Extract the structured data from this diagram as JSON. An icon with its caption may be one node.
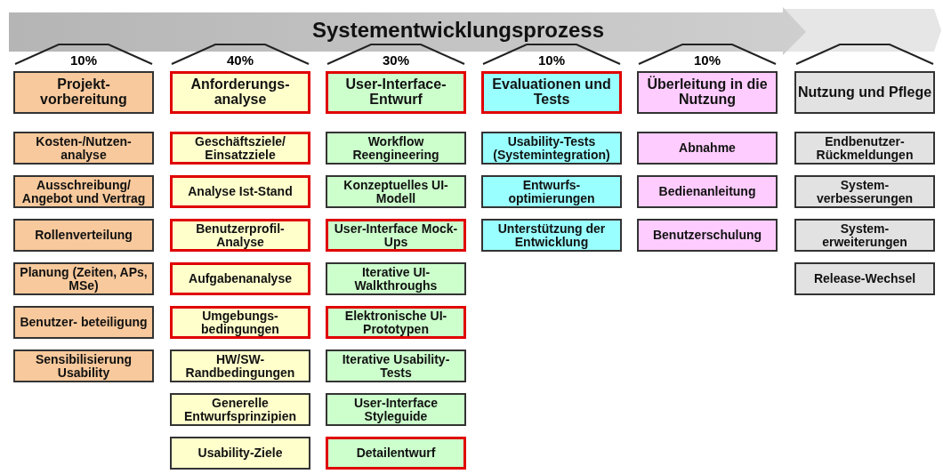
{
  "diagram": {
    "nodes": [
      {
        "text": [
          "Systementwicklungsprozess"
        ]
      },
      {
        "text": [
          "Projekt- vorbereitung"
        ],
        "beside": [
          "10%"
        ]
      },
      {
        "text": [
          "Kosten-/Nutzen- analyse"
        ]
      },
      {
        "text": [
          "Ausschreibung/ Angebot und Vertrag"
        ]
      },
      {
        "text": [
          "Rollenverteilung"
        ]
      },
      {
        "text": [
          "Planung (Zeiten, APs, MSe)"
        ]
      },
      {
        "text": [
          "Benutzer- beteiligung"
        ]
      },
      {
        "text": [
          "Sensibilisierung Usability"
        ]
      },
      {
        "text": [
          "Anforderungs- analyse"
        ],
        "beside": [
          "40%"
        ]
      },
      {
        "text": [
          "Geschäftsziele/ Einsatzziele"
        ]
      },
      {
        "text": [
          "Analyse Ist-Stand"
        ]
      },
      {
        "text": [
          "Benutzerprofil- Analyse"
        ]
      },
      {
        "text": [
          "Aufgabenanalyse"
        ]
      },
      {
        "text": [
          "Umgebungs- bedingungen"
        ]
      },
      {
        "text": [
          "HW/SW- Randbedingungen"
        ]
      },
      {
        "text": [
          "Generelle Entwurfsprinzipien"
        ]
      },
      {
        "text": [
          "Usability-Ziele"
        ]
      },
      {
        "text": [
          "User-Interface- Entwurf"
        ],
        "beside": [
          "30%"
        ]
      },
      {
        "text": [
          "Workflow Reengineering"
        ]
      },
      {
        "text": [
          "Konzeptuelles UI-Modell"
        ]
      },
      {
        "text": [
          "User-Interface Mock-Ups"
        ]
      },
      {
        "text": [
          "Iterative UI-Walkthroughs"
        ]
      },
      {
        "text": [
          "Elektronische UI-Prototypen"
        ]
      },
      {
        "text": [
          "Iterative Usability-Tests"
        ]
      },
      {
        "text": [
          "User-Interface Styleguide"
        ]
      },
      {
        "text": [
          "Detailentwurf"
        ]
      },
      {
        "text": [
          "Evaluationen und Tests"
        ],
        "beside": [
          "10%"
        ]
      },
      {
        "text": [
          "Usability-Tests (Systemintegration)"
        ]
      },
      {
        "text": [
          "Entwurfs- optimierungen"
        ]
      },
      {
        "text": [
          "Unterstützung der Entwicklung"
        ]
      },
      {
        "text": [
          "Überleitung in die Nutzung"
        ],
        "beside": [
          "10%"
        ]
      },
      {
        "text": [
          "Abnahme"
        ]
      },
      {
        "text": [
          "Bedienanleitung"
        ]
      },
      {
        "text": [
          "Benutzerschulung"
        ]
      },
      {
        "text": [
          "Nutzung und Pflege"
        ]
      },
      {
        "text": [
          "Endbenutzer- Rückmeldungen"
        ]
      },
      {
        "text": [
          "System- verbesserungen"
        ]
      },
      {
        "text": [
          "System- erweiterungen"
        ]
      },
      {
        "text": [
          "Release-Wechsel"
        ]
      }
    ]
  }
}
